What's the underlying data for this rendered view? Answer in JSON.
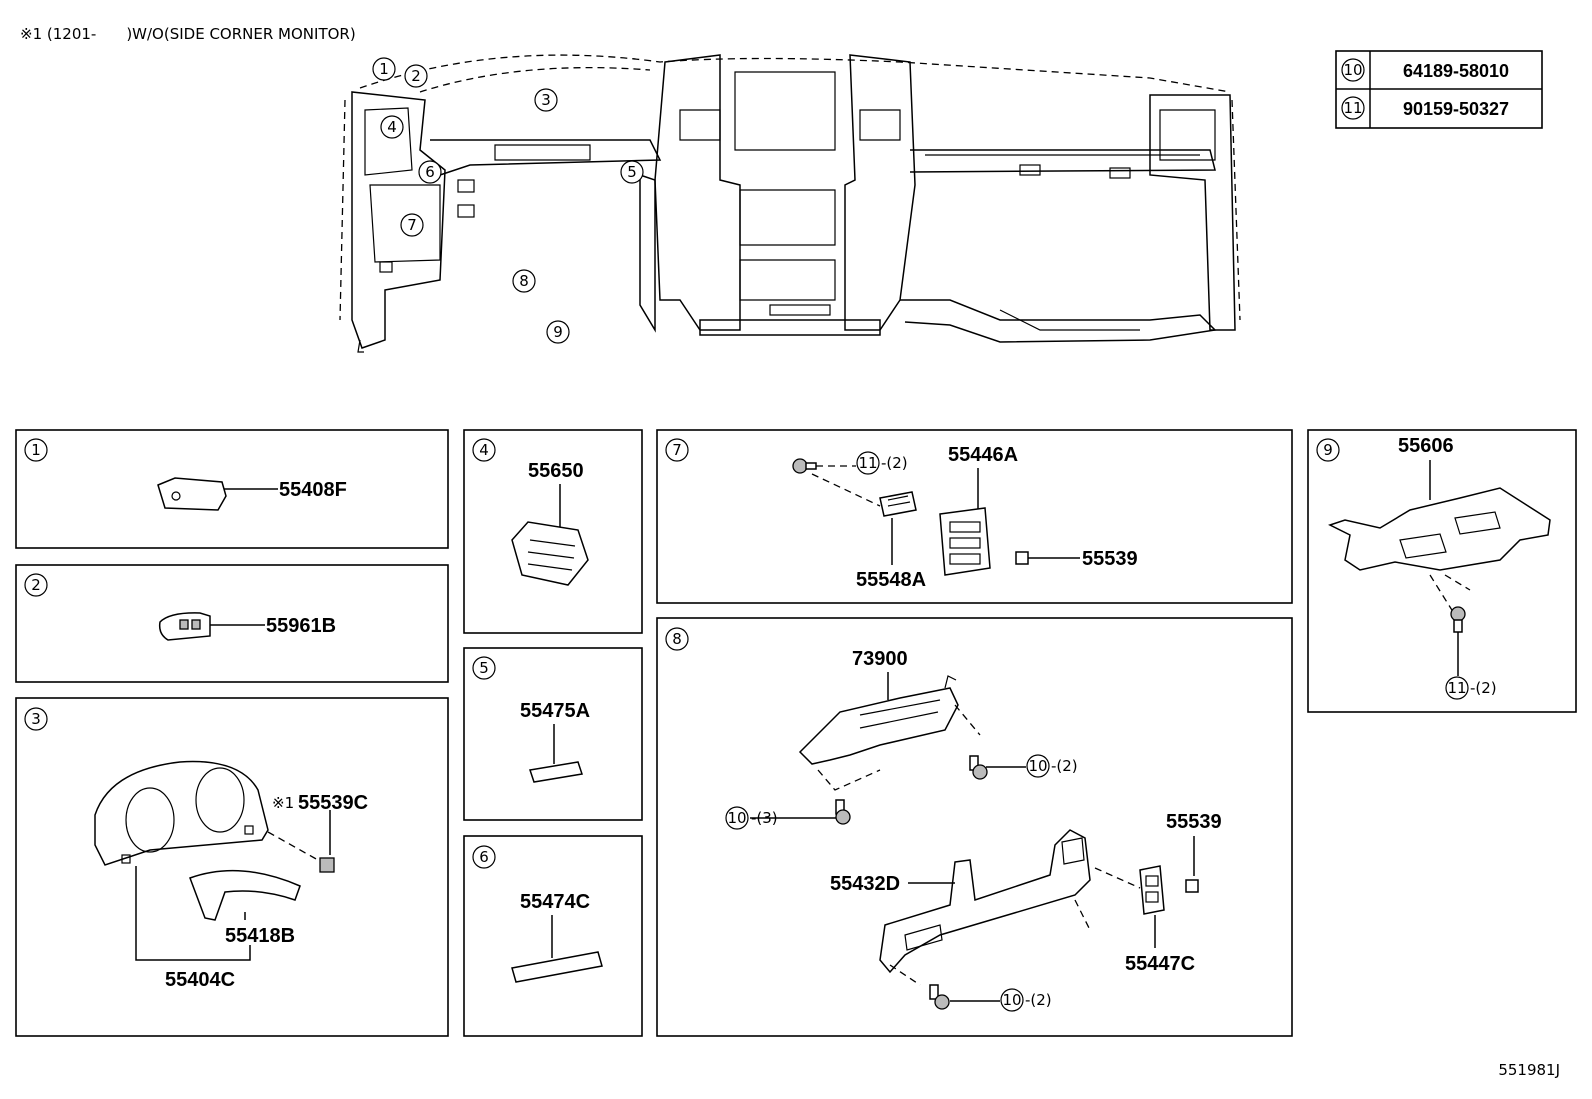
{
  "header_note": "※1 (1201-　　)W/O(SIDE CORNER MONITOR)",
  "diagram_id": "551981J",
  "reference_table": [
    {
      "ref": "10",
      "part": "64189-58010"
    },
    {
      "ref": "11",
      "part": "90159-50327"
    }
  ],
  "overview_callouts": [
    "1",
    "2",
    "3",
    "4",
    "5",
    "6",
    "7",
    "8",
    "9"
  ],
  "panels": {
    "p1": {
      "num": "1",
      "parts": [
        "55408F"
      ]
    },
    "p2": {
      "num": "2",
      "parts": [
        "55961B"
      ]
    },
    "p3": {
      "num": "3",
      "parts": [
        "※1",
        "55539C",
        "55418B",
        "55404C"
      ]
    },
    "p4": {
      "num": "4",
      "parts": [
        "55650"
      ]
    },
    "p5": {
      "num": "5",
      "parts": [
        "55475A"
      ]
    },
    "p6": {
      "num": "6",
      "parts": [
        "55474C"
      ]
    },
    "p7": {
      "num": "7",
      "parts": [
        "55446A",
        "55548A",
        "55539"
      ],
      "fastener": {
        "ref": "11",
        "qty": "-(2)"
      }
    },
    "p8": {
      "num": "8",
      "parts": [
        "73900",
        "55432D",
        "55539",
        "55447C"
      ],
      "fasteners": [
        {
          "ref": "10",
          "qty": "-(2)"
        },
        {
          "ref": "10",
          "qty": "-(3)"
        },
        {
          "ref": "10",
          "qty": "-(2)"
        }
      ]
    },
    "p9": {
      "num": "9",
      "parts": [
        "55606"
      ],
      "fastener": {
        "ref": "11",
        "qty": "-(2)"
      }
    }
  }
}
